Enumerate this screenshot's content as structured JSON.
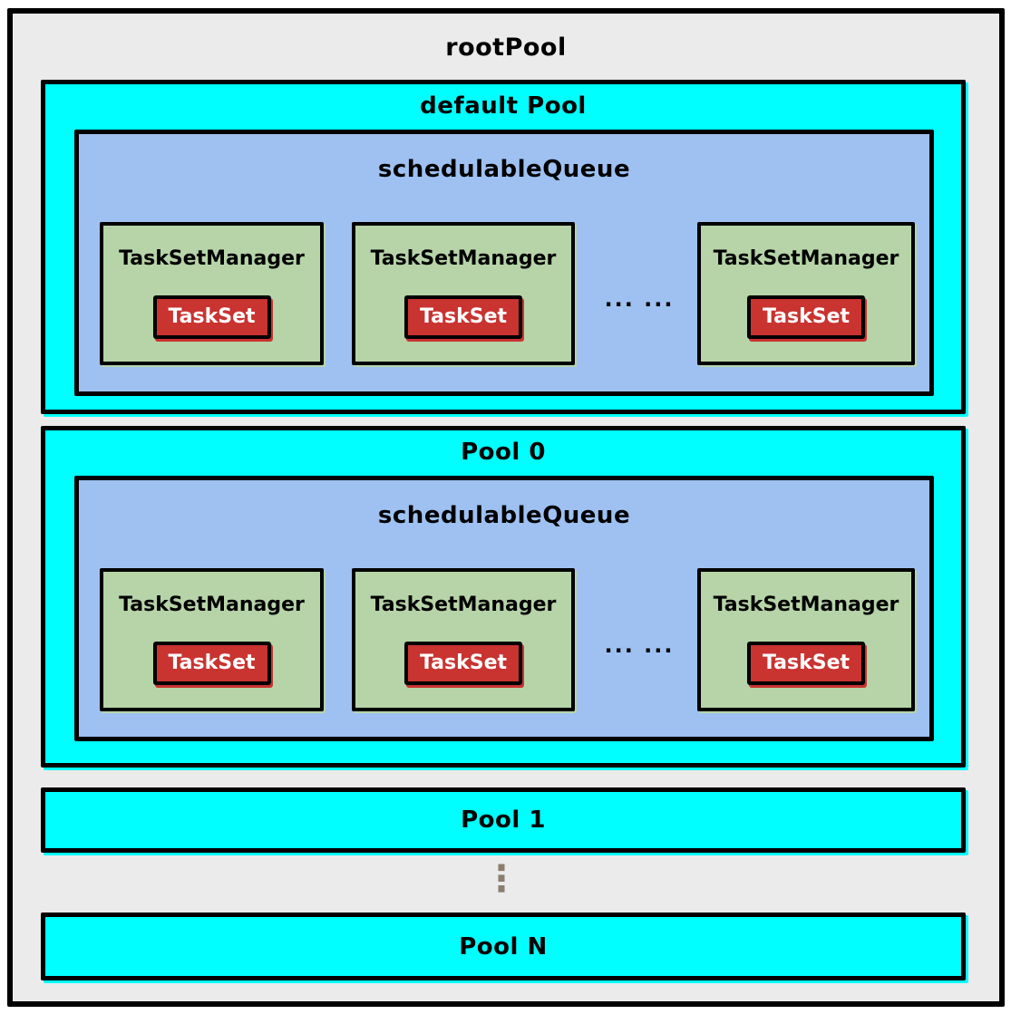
{
  "colors": {
    "canvas_bg": "#ffffff",
    "root_fill": "#ebebeb",
    "pool_fill": "#00ffff",
    "queue_fill": "#9ec1f2",
    "manager_fill": "#b6d4a8",
    "badge_fill": "#c93330",
    "border": "#000000",
    "text": "#000000",
    "badge_text": "#ffffff",
    "dots": "#8b7d6f"
  },
  "root": {
    "title": "rootPool"
  },
  "pools": [
    {
      "name": "default Pool",
      "queue": {
        "label": "schedulableQueue",
        "ellipsis": "... ...",
        "managers": [
          {
            "label": "TaskSetManager",
            "badge": "TaskSet"
          },
          {
            "label": "TaskSetManager",
            "badge": "TaskSet"
          },
          {
            "label": "TaskSetManager",
            "badge": "TaskSet"
          }
        ]
      }
    },
    {
      "name": "Pool 0",
      "queue": {
        "label": "schedulableQueue",
        "ellipsis": "... ...",
        "managers": [
          {
            "label": "TaskSetManager",
            "badge": "TaskSet"
          },
          {
            "label": "TaskSetManager",
            "badge": "TaskSet"
          },
          {
            "label": "TaskSetManager",
            "badge": "TaskSet"
          }
        ]
      }
    },
    {
      "name": "Pool 1"
    },
    {
      "name": "Pool N"
    }
  ],
  "vertical_ellipsis": "⋮"
}
